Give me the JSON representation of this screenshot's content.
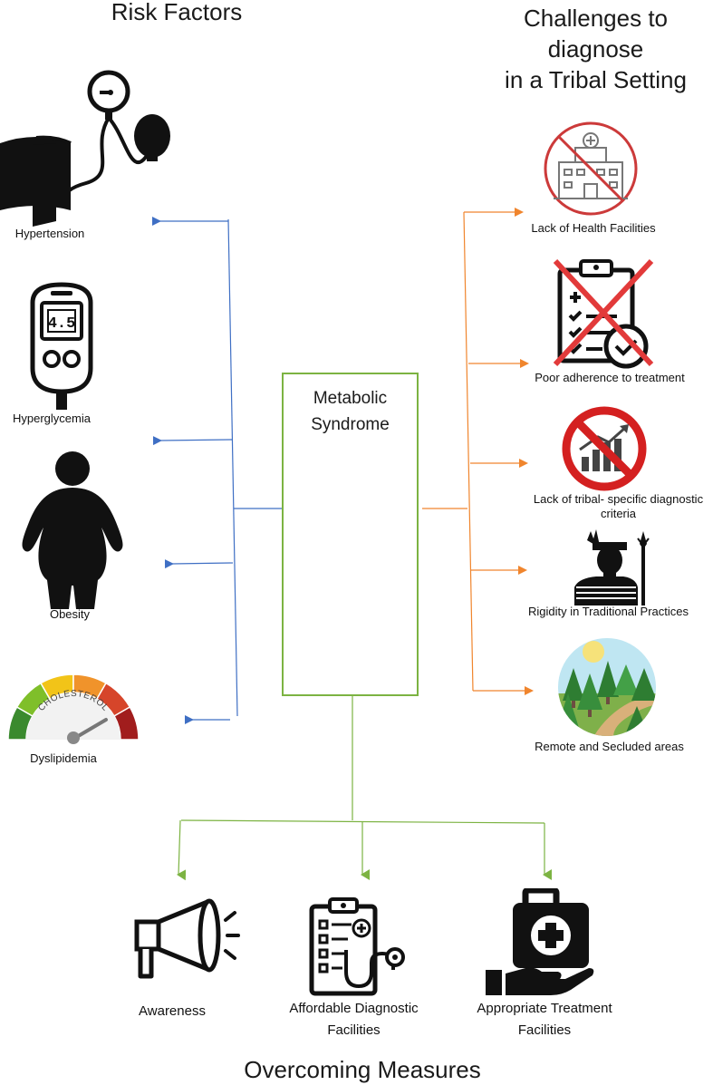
{
  "headings": {
    "risk_factors": "Risk Factors",
    "challenges_line1": "Challenges to",
    "challenges_line2": "diagnose",
    "challenges_line3": "in a Tribal Setting",
    "overcoming": "Overcoming Measures"
  },
  "center": {
    "line1": "Metabolic",
    "line2": "Syndrome"
  },
  "risk_factors": [
    {
      "label": "Hypertension",
      "icon": "blood-pressure-monitor-icon"
    },
    {
      "label": "Hyperglycemia",
      "icon": "glucometer-icon"
    },
    {
      "label": "Obesity",
      "icon": "obese-person-icon"
    },
    {
      "label": "Dyslipidemia",
      "icon": "cholesterol-gauge-icon"
    }
  ],
  "gauge": {
    "text": "CHOLESTEROL",
    "colors": [
      "#3a8a2e",
      "#7fbf2a",
      "#f2c418",
      "#f0932b",
      "#d6452a",
      "#a11d1d"
    ]
  },
  "glucometer": {
    "reading": "4.5"
  },
  "challenges": [
    {
      "label": "Lack of Health Facilities",
      "icon": "no-hospital-icon"
    },
    {
      "label": "Poor adherence to treatment",
      "icon": "crossed-clipboard-icon"
    },
    {
      "label_line1": "Lack of tribal- specific diagnostic",
      "label_line2": "criteria",
      "icon": "no-chart-icon"
    },
    {
      "label": "Rigidity in Traditional Practices",
      "icon": "tribal-person-icon"
    },
    {
      "label": "Remote and Secluded areas",
      "icon": "forest-icon"
    }
  ],
  "measures": [
    {
      "label": "Awareness",
      "icon": "megaphone-icon"
    },
    {
      "label_line1": "Affordable Diagnostic",
      "label_line2": "Facilities",
      "icon": "clipboard-stethoscope-icon"
    },
    {
      "label_line1": "Appropriate Treatment",
      "label_line2": "Facilities",
      "icon": "medical-kit-hand-icon"
    }
  ],
  "colors": {
    "risk_arrows": "#3f6fc4",
    "challenge_arrows": "#f0852d",
    "measure_arrows": "#7cb342",
    "no_sign": "#d42020"
  }
}
